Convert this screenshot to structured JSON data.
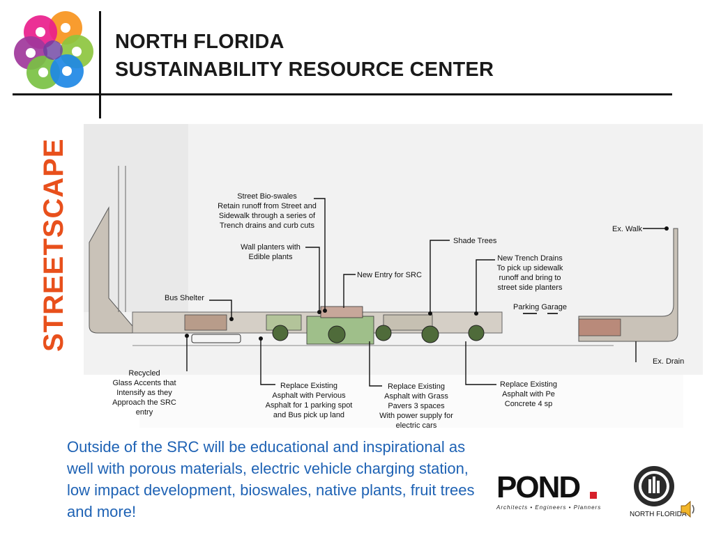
{
  "header": {
    "title_line1": "NORTH FLORIDA",
    "title_line2": "SUSTAINABILITY RESOURCE CENTER",
    "logo_colors": [
      "#f7941d",
      "#8dc63f",
      "#1e88e5",
      "#e91e8c",
      "#6a3fa0"
    ]
  },
  "side_label": "STREETSCAPE",
  "plan": {
    "labels": {
      "bioswales": [
        "Street Bio-swales",
        "Retain runoff from Street and",
        "Sidewalk through a series of",
        "Trench drains and curb cuts"
      ],
      "wall_planters": [
        "Wall planters with",
        "Edible plants"
      ],
      "new_entry": "New Entry for SRC",
      "shade_trees": "Shade Trees",
      "trench_drains": [
        "New Trench Drains",
        "To pick up sidewalk",
        "runoff and bring to",
        "street side planters"
      ],
      "ex_walk": "Ex. Walk",
      "bus_shelter": "Bus Shelter",
      "parking_garage": "Parking Garage",
      "ex_drain": "Ex. Drain",
      "recycled": [
        "Recycled",
        "Glass Accents that",
        "Intensify as they",
        "Approach the SRC",
        "entry"
      ],
      "pervious": [
        "Replace Existing",
        "Asphalt with Pervious",
        "Asphalt for 1 parking spot",
        "and Bus pick up land"
      ],
      "grass_pavers": [
        "Replace Existing",
        "Asphalt with Grass",
        "Pavers 3 spaces",
        "With power supply for",
        "electric cars"
      ],
      "concrete": [
        "Replace Existing",
        "Asphalt with Pe",
        "Concrete 4 sp"
      ]
    }
  },
  "body_text": "Outside of the SRC will be educational and inspirational as well with porous materials, electric vehicle charging station, low impact development, bioswales, native plants, fruit trees and more!",
  "footer": {
    "pond_logo": "POND",
    "pond_tagline": "Architects  •  Engineers  •  Planners",
    "chapter_label": "NORTH FLORIDA",
    "speaker_icon": "speaker-icon",
    "text_color": "#1e62b4",
    "accent_color": "#e8501c"
  }
}
